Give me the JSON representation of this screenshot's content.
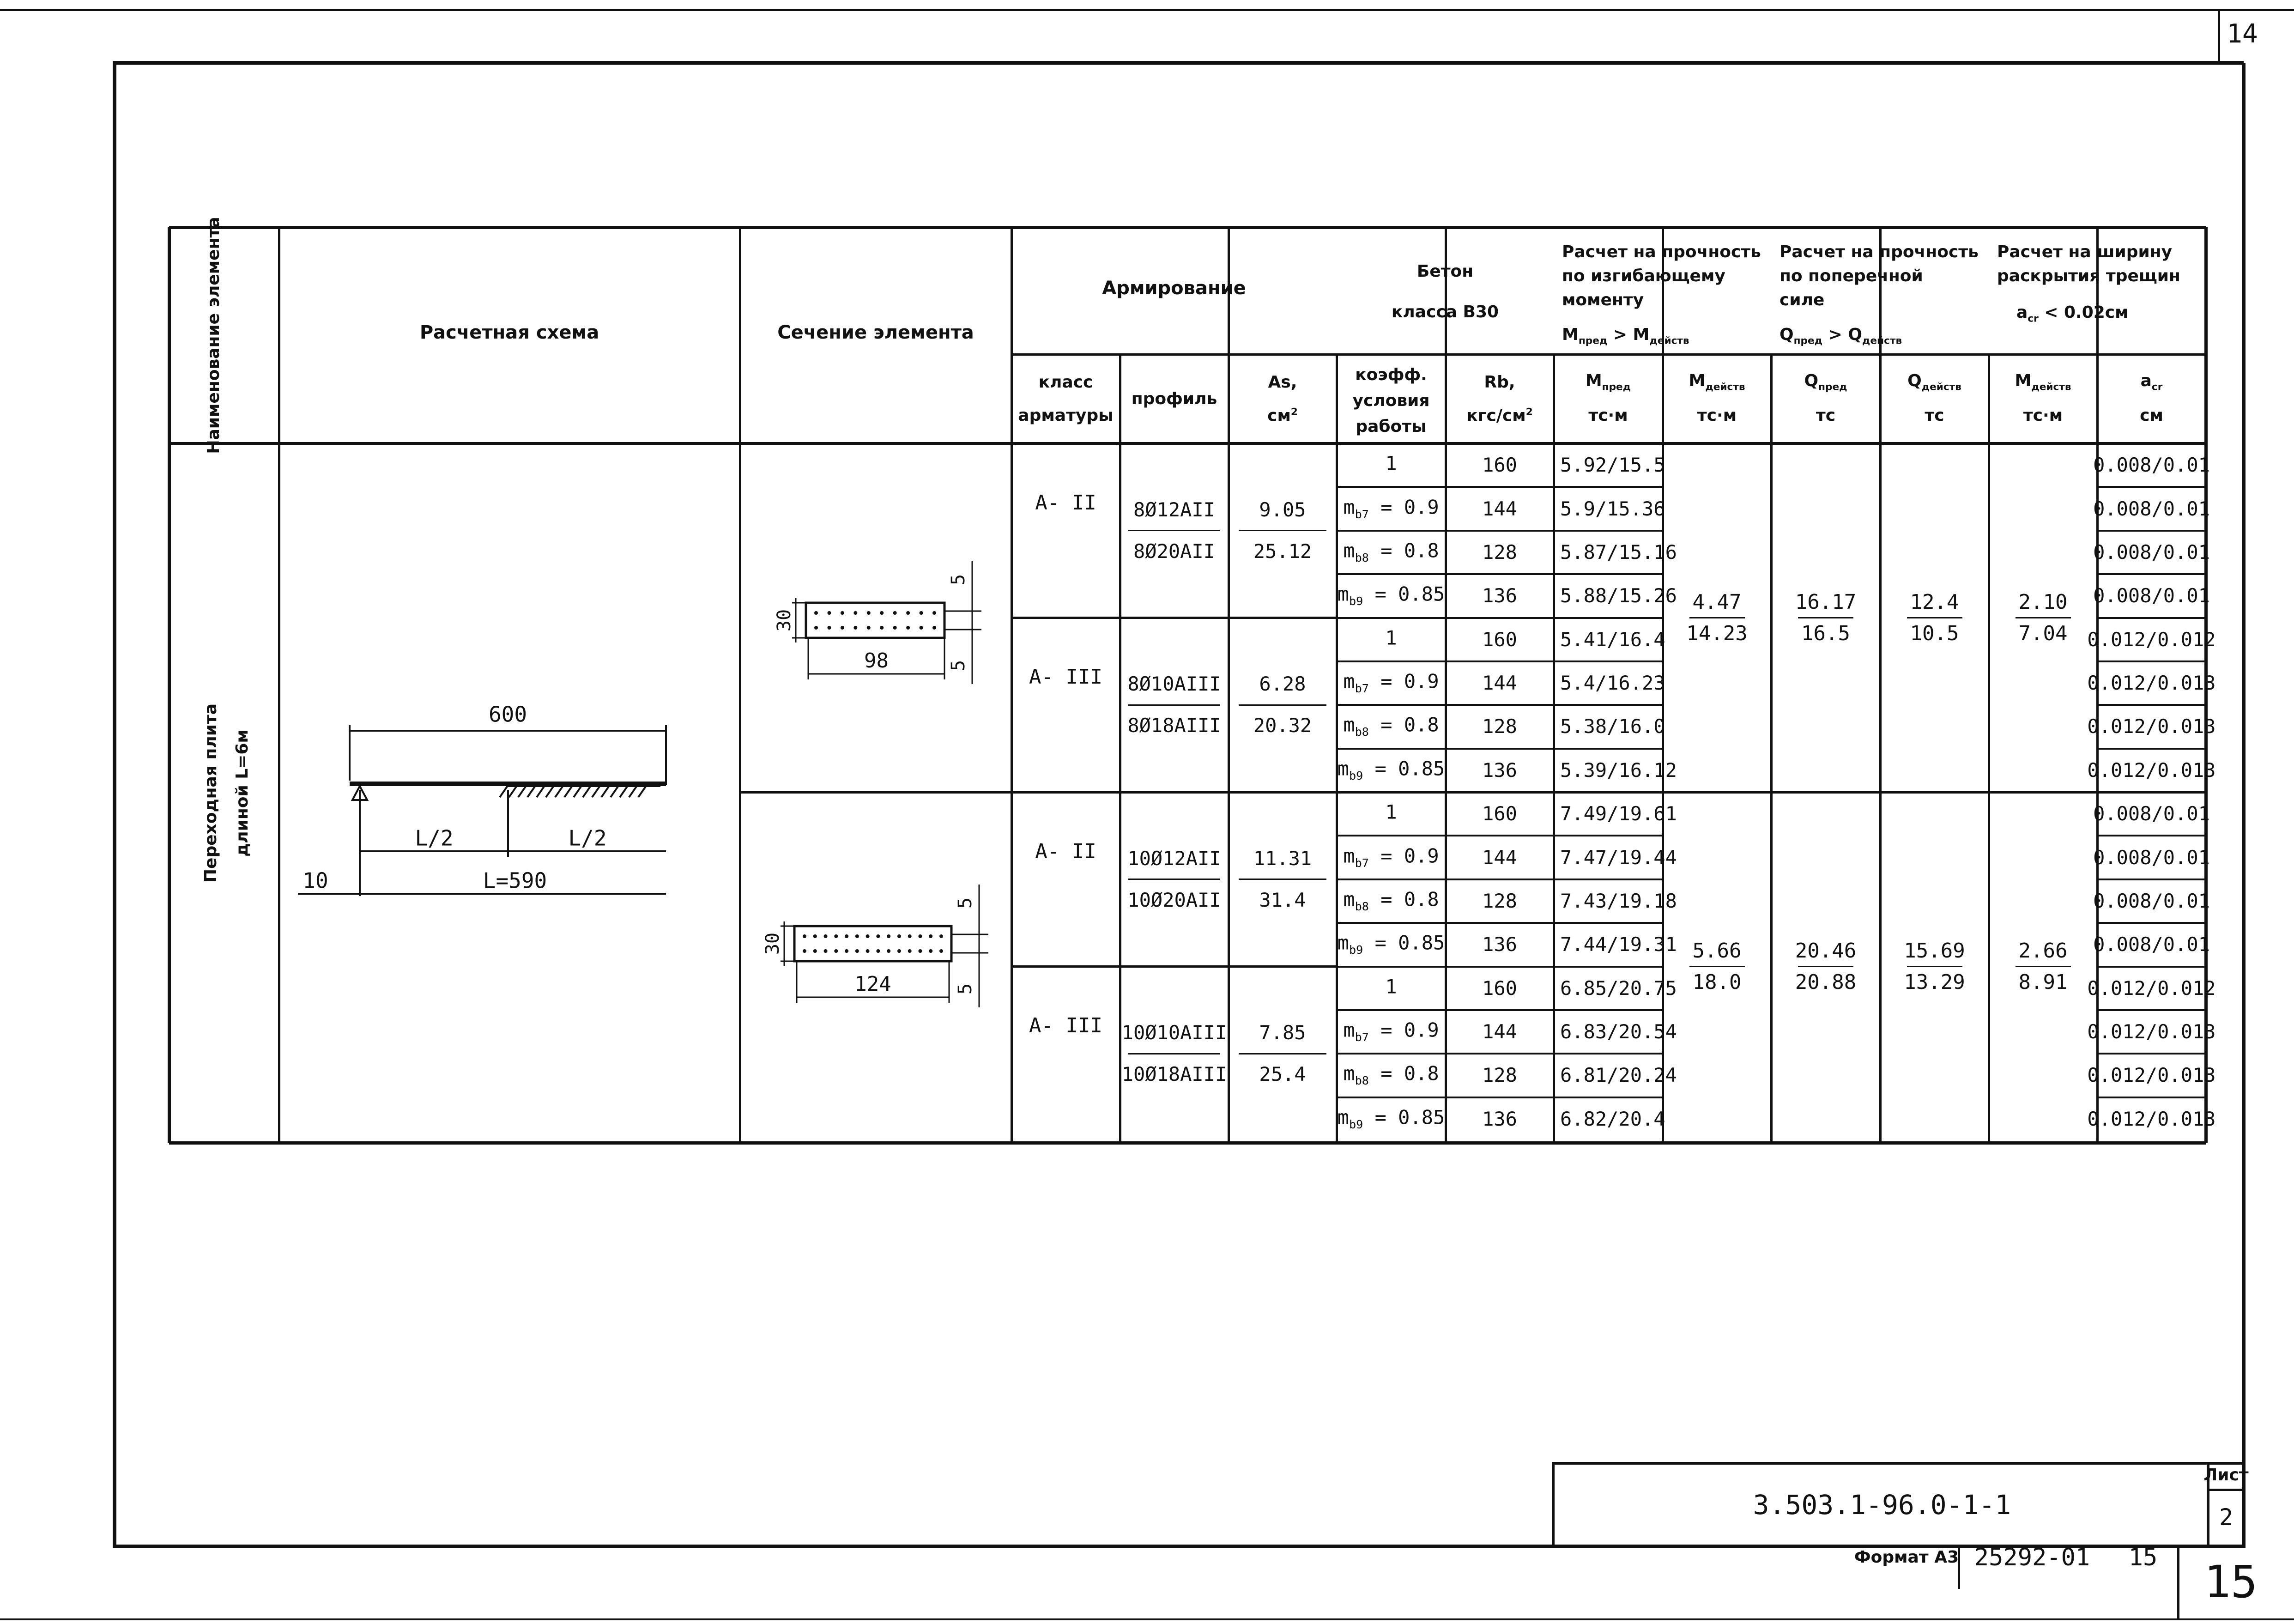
{
  "sheet": {
    "page_top_number": "14",
    "page_bottom_number": "15",
    "doc_code": "3.503.1-96.0-1-1",
    "sheet_label": "Лист",
    "sheet_number": "2",
    "format_label": "Формат А3",
    "archive_number": "25292-01",
    "archive_page": "15"
  },
  "headers": {
    "name": "Наименование элемента",
    "scheme": "Расчетная схема",
    "section": "Сечение элемента",
    "reinforcement": "Армирование",
    "concrete_line1": "Бетон",
    "concrete_line2": "класса В30",
    "moment_line1": "Расчет на прочность",
    "moment_line2": "по изгибающему",
    "moment_line3": "моменту",
    "moment_cond_a": "M",
    "moment_cond_a_sub": "пред",
    "moment_cond_op": " > ",
    "moment_cond_b": "M",
    "moment_cond_b_sub": "действ",
    "shear_line1": "Расчет на прочность",
    "shear_line2": "по поперечной",
    "shear_line3": "силе",
    "shear_cond_a": "Q",
    "shear_cond_a_sub": "пред",
    "shear_cond_op": " > ",
    "shear_cond_b": "Q",
    "shear_cond_b_sub": "действ",
    "crack_line1": "Расчет на ширину",
    "crack_line2": "раскрытия трещин",
    "crack_cond_a": "a",
    "crack_cond_a_sub": "cr",
    "crack_cond_rest": " < 0.02см"
  },
  "subheaders": {
    "class_line1": "класс",
    "class_line2": "арматуры",
    "profile": "профиль",
    "as_line1": "As,",
    "as_line2": "см",
    "as_sup": "2",
    "coef_line1": "коэфф.",
    "coef_line2": "условия",
    "coef_line3": "работы",
    "rb_line1": "Rb,",
    "rb_line2": "кгс/см",
    "rb_sup": "2",
    "mpred_a": "M",
    "mpred_sub": "пред",
    "mpred_unit": "тс·м",
    "mdeistv_a": "M",
    "mdeistv_sub": "действ",
    "mdeistv_unit": "тс·м",
    "qpred_a": "Q",
    "qpred_sub": "пред",
    "qpred_unit": "тс",
    "qdeistv_a": "Q",
    "qdeistv_sub": "действ",
    "qdeistv_unit": "тс",
    "mcr_a": "M",
    "mcr_sub": "действ",
    "mcr_unit": "тс·м",
    "acr_a": "a",
    "acr_sub": "cr",
    "acr_unit": "см"
  },
  "element_name_line1": "Переходная плита",
  "element_name_line2": "длиной L=6м",
  "scheme": {
    "length_top": "600",
    "half_left": "L/2",
    "half_right": "L/2",
    "support_offset": "10",
    "span": "L=590"
  },
  "sections": [
    {
      "height": "30",
      "width": "98",
      "cover_top": "5",
      "cover_bottom": "5"
    },
    {
      "height": "30",
      "width": "124",
      "cover_top": "5",
      "cover_bottom": "5"
    }
  ],
  "coef_labels": [
    {
      "base": "1",
      "sub": "",
      "val": ""
    },
    {
      "base": "m",
      "sub": "b7",
      "val": " = 0.9"
    },
    {
      "base": "m",
      "sub": "b8",
      "val": " = 0.8"
    },
    {
      "base": "m",
      "sub": "b9",
      "val": " = 0.85"
    }
  ],
  "rb_values": [
    "160",
    "144",
    "128",
    "136"
  ],
  "groups": [
    {
      "m_deistv_top": "4.47",
      "m_deistv_bottom": "14.23",
      "q_pred_top": "16.17",
      "q_pred_bottom": "16.5",
      "q_deistv_top": "12.4",
      "q_deistv_bottom": "10.5",
      "m_cr_top": "2.10",
      "m_cr_bottom": "7.04",
      "subgroups": [
        {
          "class": "А- II",
          "profile_top": "8Ø12АII",
          "profile_bottom": "8Ø20АII",
          "as_top": "9.05",
          "as_bottom": "25.12",
          "m_pred": [
            "5.92/15.5",
            "5.9/15.36",
            "5.87/15.16",
            "5.88/15.26"
          ],
          "a_cr": [
            "0.008/0.01",
            "0.008/0.01",
            "0.008/0.01",
            "0.008/0.01"
          ]
        },
        {
          "class": "А- III",
          "profile_top": "8Ø10АIII",
          "profile_bottom": "8Ø18АIII",
          "as_top": "6.28",
          "as_bottom": "20.32",
          "m_pred": [
            "5.41/16.4",
            "5.4/16.23",
            "5.38/16.0",
            "5.39/16.12"
          ],
          "a_cr": [
            "0.012/0.012",
            "0.012/0.013",
            "0.012/0.013",
            "0.012/0.013"
          ]
        }
      ]
    },
    {
      "m_deistv_top": "5.66",
      "m_deistv_bottom": "18.0",
      "q_pred_top": "20.46",
      "q_pred_bottom": "20.88",
      "q_deistv_top": "15.69",
      "q_deistv_bottom": "13.29",
      "m_cr_top": "2.66",
      "m_cr_bottom": "8.91",
      "subgroups": [
        {
          "class": "А- II",
          "profile_top": "10Ø12АII",
          "profile_bottom": "10Ø20АII",
          "as_top": "11.31",
          "as_bottom": "31.4",
          "m_pred": [
            "7.49/19.61",
            "7.47/19.44",
            "7.43/19.18",
            "7.44/19.31"
          ],
          "a_cr": [
            "0.008/0.01",
            "0.008/0.01",
            "0.008/0.01",
            "0.008/0.01"
          ]
        },
        {
          "class": "А- III",
          "profile_top": "10Ø10АIII",
          "profile_bottom": "10Ø18АIII",
          "as_top": "7.85",
          "as_bottom": "25.4",
          "m_pred": [
            "6.85/20.75",
            "6.83/20.54",
            "6.81/20.24",
            "6.82/20.4"
          ],
          "a_cr": [
            "0.012/0.012",
            "0.012/0.013",
            "0.012/0.013",
            "0.012/0.013"
          ]
        }
      ]
    }
  ]
}
